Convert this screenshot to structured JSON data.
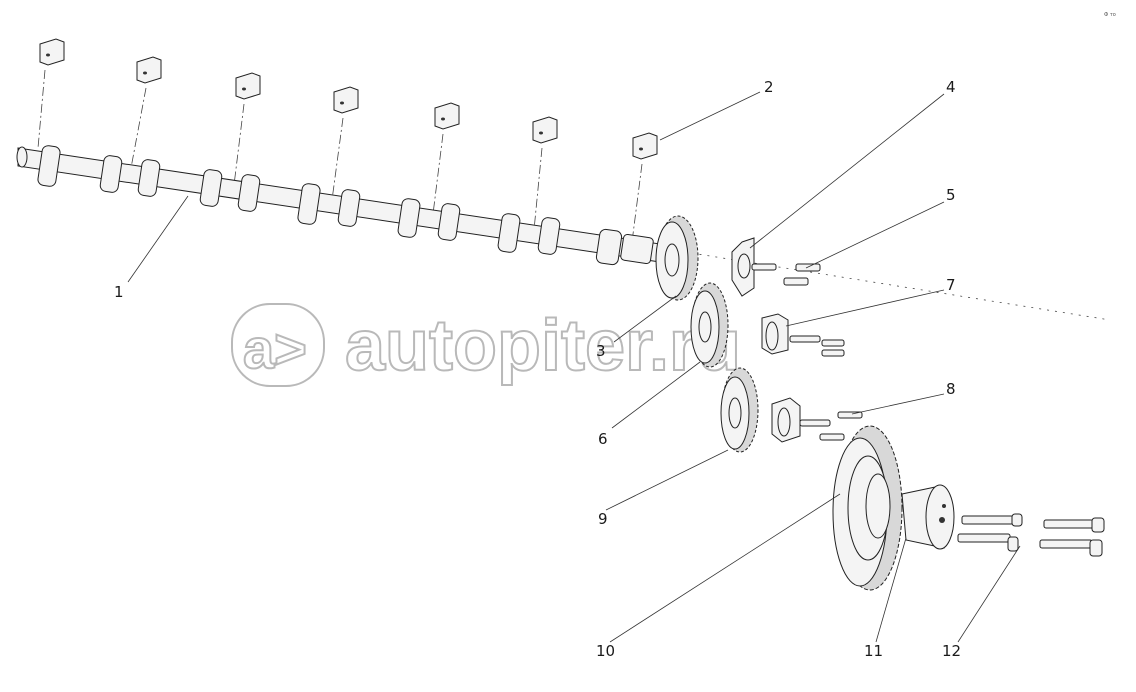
{
  "corner_mark": "Ф то",
  "watermark": {
    "logo_text": "a>",
    "text": "autopiter.ru"
  },
  "callouts": [
    "1",
    "2",
    "3",
    "4",
    "5",
    "6",
    "7",
    "8",
    "9",
    "10",
    "11",
    "12"
  ]
}
